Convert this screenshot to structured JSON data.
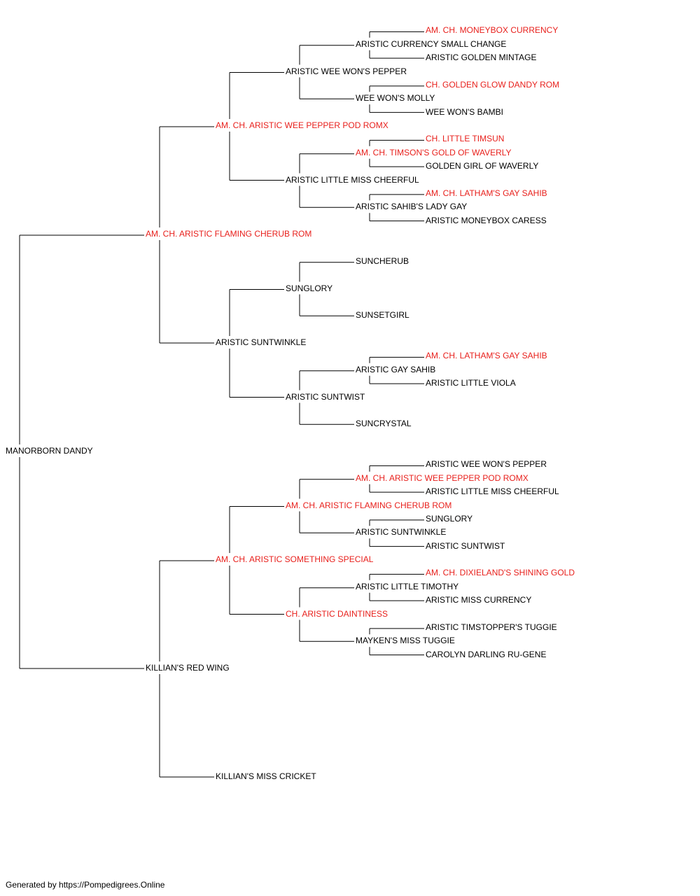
{
  "colors": {
    "champion": "#e8201c",
    "normal": "#000000",
    "line": "#000000"
  },
  "pedigree": {
    "name": "MANORBORN DANDY",
    "champion": false,
    "sire": {
      "name": "AM. CH. ARISTIC FLAMING CHERUB ROM",
      "champion": true,
      "sire": {
        "name": "AM. CH. ARISTIC WEE PEPPER POD ROMX",
        "champion": true,
        "sire": {
          "name": "ARISTIC WEE WON'S PEPPER",
          "champion": false,
          "sire": {
            "name": "ARISTIC CURRENCY SMALL CHANGE",
            "champion": false,
            "sire": {
              "name": "AM. CH. MONEYBOX CURRENCY",
              "champion": true
            },
            "dam": {
              "name": "ARISTIC GOLDEN MINTAGE",
              "champion": false
            }
          },
          "dam": {
            "name": "WEE WON'S MOLLY",
            "champion": false,
            "sire": {
              "name": "CH. GOLDEN GLOW DANDY ROM",
              "champion": true
            },
            "dam": {
              "name": "WEE WON'S BAMBI",
              "champion": false
            }
          }
        },
        "dam": {
          "name": "ARISTIC LITTLE MISS CHEERFUL",
          "champion": false,
          "sire": {
            "name": "AM. CH. TIMSON'S GOLD OF WAVERLY",
            "champion": true,
            "sire": {
              "name": "CH. LITTLE TIMSUN",
              "champion": true
            },
            "dam": {
              "name": "GOLDEN GIRL OF WAVERLY",
              "champion": false
            }
          },
          "dam": {
            "name": "ARISTIC SAHIB'S LADY GAY",
            "champion": false,
            "sire": {
              "name": "AM. CH. LATHAM'S GAY SAHIB",
              "champion": true
            },
            "dam": {
              "name": "ARISTIC MONEYBOX CARESS",
              "champion": false
            }
          }
        }
      },
      "dam": {
        "name": "ARISTIC SUNTWINKLE",
        "champion": false,
        "sire": {
          "name": "SUNGLORY",
          "champion": false,
          "sire": {
            "name": "SUNCHERUB",
            "champion": false
          },
          "dam": {
            "name": "SUNSETGIRL",
            "champion": false
          }
        },
        "dam": {
          "name": "ARISTIC SUNTWIST",
          "champion": false,
          "sire": {
            "name": "ARISTIC GAY SAHIB",
            "champion": false,
            "sire": {
              "name": "AM. CH. LATHAM'S GAY SAHIB",
              "champion": true
            },
            "dam": {
              "name": "ARISTIC LITTLE VIOLA",
              "champion": false
            }
          },
          "dam": {
            "name": "SUNCRYSTAL",
            "champion": false
          }
        }
      }
    },
    "dam": {
      "name": "KILLIAN'S RED WING",
      "champion": false,
      "sire": {
        "name": "AM. CH. ARISTIC SOMETHING SPECIAL",
        "champion": true,
        "sire": {
          "name": "AM. CH. ARISTIC FLAMING CHERUB ROM",
          "champion": true,
          "sire": {
            "name": "AM. CH. ARISTIC WEE PEPPER POD ROMX",
            "champion": true,
            "sire": {
              "name": "ARISTIC WEE WON'S PEPPER",
              "champion": false
            },
            "dam": {
              "name": "ARISTIC LITTLE MISS CHEERFUL",
              "champion": false
            }
          },
          "dam": {
            "name": "ARISTIC SUNTWINKLE",
            "champion": false,
            "sire": {
              "name": "SUNGLORY",
              "champion": false
            },
            "dam": {
              "name": "ARISTIC SUNTWIST",
              "champion": false
            }
          }
        },
        "dam": {
          "name": "CH. ARISTIC DAINTINESS",
          "champion": true,
          "sire": {
            "name": "ARISTIC LITTLE TIMOTHY",
            "champion": false,
            "sire": {
              "name": "AM. CH. DIXIELAND'S SHINING GOLD",
              "champion": true
            },
            "dam": {
              "name": "ARISTIC MISS CURRENCY",
              "champion": false
            }
          },
          "dam": {
            "name": "MAYKEN'S MISS TUGGIE",
            "champion": false,
            "sire": {
              "name": "ARISTIC TIMSTOPPER'S TUGGIE",
              "champion": false
            },
            "dam": {
              "name": "CAROLYN DARLING RU-GENE",
              "champion": false
            }
          }
        }
      },
      "dam": {
        "name": "KILLIAN'S MISS CRICKET",
        "champion": false
      }
    }
  },
  "footer": "Generated by https://Pompedigrees.Online"
}
